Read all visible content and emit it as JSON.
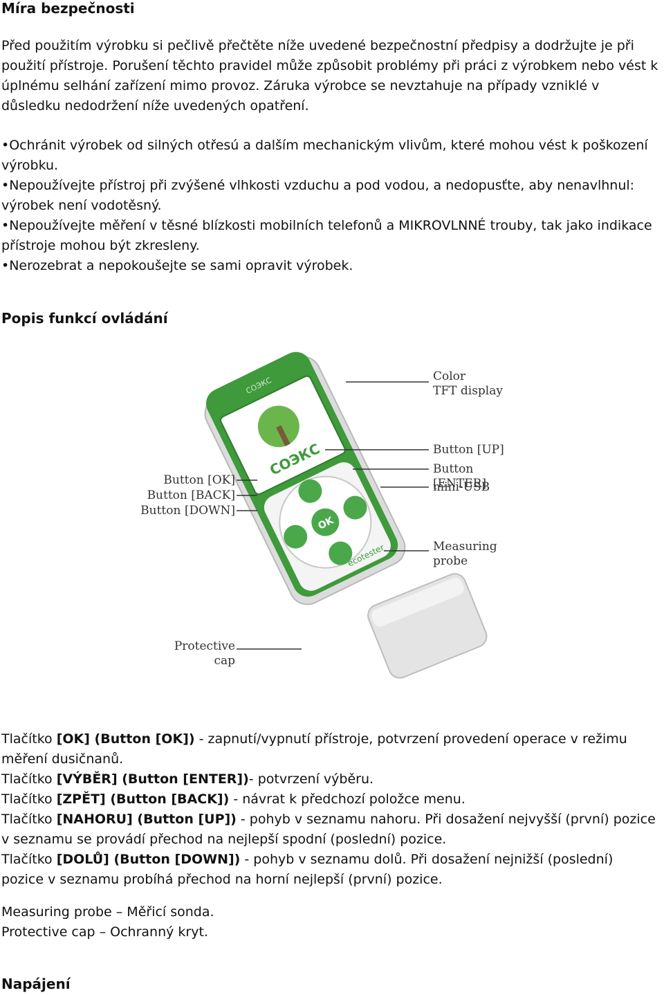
{
  "safety": {
    "heading": "Míra bezpečnosti",
    "intro": "Před použitím výrobku si pečlivě přečtěte níže uvedené bezpečnostní předpisy a dodržujte je při použití přístroje. Porušení těchto pravidel může způsobit problémy při práci z výrobkem nebo vést k úplnému selhání zařízení mimo provoz. Záruka výrobce se nevztahuje na případy vzniklé v důsledku nedodržení níže uvedených opatření.",
    "rules": [
      "Ochránit výrobek od silných otřesú a dalším mechanickým vlivům, které mohou vést k poškození výrobku.",
      "Nepoužívejte přístroj při zvýšené vlhkosti vzduchu a pod vodou, a nedopusťte, aby nenavlhnul: výrobek není vodotěsný.",
      "Nepoužívejte měření v těsné blízkosti mobilních telefonů a MIKROVLNNÉ trouby, tak jako indikace přístroje mohou být zkresleny.",
      "Nerozebrat a nepokoušejte se sami opravit výrobek."
    ]
  },
  "controls_section": {
    "heading": "Popis funkcí ovládání",
    "figure": {
      "callouts": {
        "display": "Color\nTFT display",
        "up": "Button [UP]",
        "enter": "Button [ENTER]",
        "usb": "mini-USB",
        "probe": "Measuring\nprobe",
        "ok": "Button [OK]",
        "back": "Button [BACK]",
        "down": "Button [DOWN]",
        "cap": "Protective\ncap"
      },
      "device_top_text": "СОЭКС",
      "screen_logo_text": "СОЭКС",
      "ok_button_text": "OK",
      "brand_text": "ecotester",
      "colors": {
        "body_green": "#3e9a3a",
        "button_green": "#4aa84a",
        "case_gray": "#dcdcdc"
      }
    },
    "items": [
      {
        "pre": "Tlačítko ",
        "bold": "[OK] (Button [OK])",
        "post": " - zapnutí/vypnutí přístroje, potvrzení provedení operace v režimu měření dusičnanů."
      },
      {
        "pre": "Tlačítko ",
        "bold": "[VÝBĚR] (Button [ENTER])",
        "post": "- potvrzení výběru."
      },
      {
        "pre": "Tlačítko ",
        "bold": "[ZPĚT] (Button [BACK])",
        "post": " - návrat k předchozí položce menu."
      },
      {
        "pre": "Tlačítko ",
        "bold": "[NAHORU] (Button [UP])",
        "post": " - pohyb v seznamu nahoru. Při dosažení nejvyšší (první) pozice v seznamu se provádí přechod na nejlepší spodní (poslední) pozice."
      },
      {
        "pre": "Tlačítko ",
        "bold": "[DOLŮ] (Button [DOWN])",
        "post": " - pohyb v seznamu dolů. Při dosažení nejnižší (poslední) pozice v seznamu probíhá přechod na horní nejlepší (první) pozice."
      }
    ],
    "notes": [
      "Measuring probe – Měřicí sonda.",
      "Protective cap – Ochranný kryt."
    ]
  },
  "power": {
    "heading": "Napájení"
  }
}
